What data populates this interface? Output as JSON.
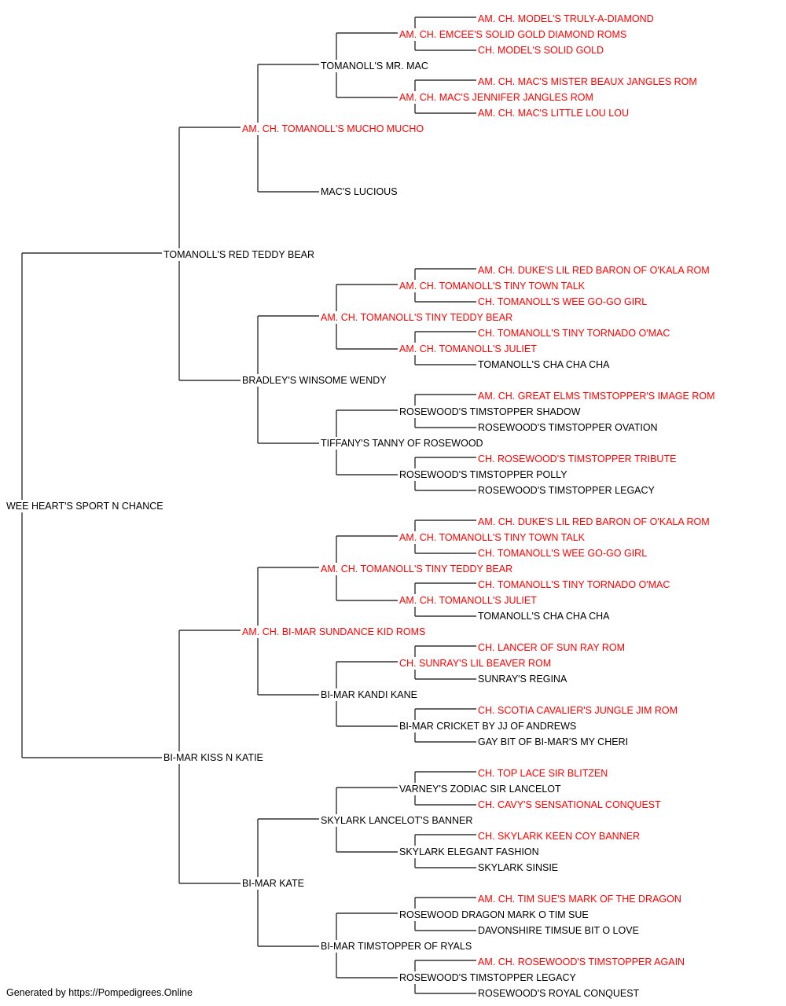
{
  "colors": {
    "champion": "#ff0000",
    "plain": "#000000",
    "line": "#333333"
  },
  "pedigree": {
    "name": "WEE HEART'S SPORT N CHANCE",
    "champion": false,
    "sire": {
      "name": "TOMANOLL'S RED TEDDY BEAR",
      "champion": false,
      "sire": {
        "name": "AM. CH. TOMANOLL'S MUCHO MUCHO",
        "champion": true,
        "sire": {
          "name": "TOMANOLL'S MR. MAC",
          "champion": false,
          "sire": {
            "name": "AM. CH. EMCEE'S SOLID GOLD DIAMOND ROMS",
            "champion": true,
            "sire": {
              "name": "AM. CH. MODEL'S TRULY-A-DIAMOND",
              "champion": true
            },
            "dam": {
              "name": "CH. MODEL'S SOLID GOLD",
              "champion": true
            }
          },
          "dam": {
            "name": "AM. CH. MAC'S JENNIFER JANGLES ROM",
            "champion": true,
            "sire": {
              "name": "AM. CH. MAC'S MISTER BEAUX JANGLES ROM",
              "champion": true
            },
            "dam": {
              "name": "AM. CH. MAC'S LITTLE LOU LOU",
              "champion": true
            }
          }
        },
        "dam": {
          "name": "MAC'S LUCIOUS",
          "champion": false
        }
      },
      "dam": {
        "name": "BRADLEY'S WINSOME WENDY",
        "champion": false,
        "sire": {
          "name": "AM. CH. TOMANOLL'S TINY TEDDY BEAR",
          "champion": true,
          "sire": {
            "name": "AM. CH. TOMANOLL'S TINY TOWN TALK",
            "champion": true,
            "sire": {
              "name": "AM. CH. DUKE'S LIL RED BARON OF O'KALA ROM",
              "champion": true
            },
            "dam": {
              "name": "CH. TOMANOLL'S WEE GO-GO GIRL",
              "champion": true
            }
          },
          "dam": {
            "name": "AM. CH. TOMANOLL'S JULIET",
            "champion": true,
            "sire": {
              "name": "CH. TOMANOLL'S TINY TORNADO O'MAC",
              "champion": true
            },
            "dam": {
              "name": "TOMANOLL'S CHA CHA CHA",
              "champion": false
            }
          }
        },
        "dam": {
          "name": "TIFFANY'S TANNY OF ROSEWOOD",
          "champion": false,
          "sire": {
            "name": "ROSEWOOD'S TIMSTOPPER SHADOW",
            "champion": false,
            "sire": {
              "name": "AM. CH. GREAT ELMS TIMSTOPPER'S IMAGE ROM",
              "champion": true
            },
            "dam": {
              "name": "ROSEWOOD'S TIMSTOPPER OVATION",
              "champion": false
            }
          },
          "dam": {
            "name": "ROSEWOOD'S TIMSTOPPER POLLY",
            "champion": false,
            "sire": {
              "name": "CH. ROSEWOOD'S TIMSTOPPER TRIBUTE",
              "champion": true
            },
            "dam": {
              "name": "ROSEWOOD'S TIMSTOPPER LEGACY",
              "champion": false
            }
          }
        }
      }
    },
    "dam": {
      "name": "BI-MAR KISS N KATIE",
      "champion": false,
      "sire": {
        "name": "AM. CH. BI-MAR SUNDANCE KID ROMS",
        "champion": true,
        "sire": {
          "name": "AM. CH. TOMANOLL'S TINY TEDDY BEAR",
          "champion": true,
          "sire": {
            "name": "AM. CH. TOMANOLL'S TINY TOWN TALK",
            "champion": true,
            "sire": {
              "name": "AM. CH. DUKE'S LIL RED BARON OF O'KALA ROM",
              "champion": true
            },
            "dam": {
              "name": "CH. TOMANOLL'S WEE GO-GO GIRL",
              "champion": true
            }
          },
          "dam": {
            "name": "AM. CH. TOMANOLL'S JULIET",
            "champion": true,
            "sire": {
              "name": "CH. TOMANOLL'S TINY TORNADO O'MAC",
              "champion": true
            },
            "dam": {
              "name": "TOMANOLL'S CHA CHA CHA",
              "champion": false
            }
          }
        },
        "dam": {
          "name": "BI-MAR KANDI KANE",
          "champion": false,
          "sire": {
            "name": "CH. SUNRAY'S LIL BEAVER ROM",
            "champion": true,
            "sire": {
              "name": "CH. LANCER OF SUN RAY ROM",
              "champion": true
            },
            "dam": {
              "name": "SUNRAY'S REGINA",
              "champion": false
            }
          },
          "dam": {
            "name": "BI-MAR CRICKET BY JJ OF ANDREWS",
            "champion": false,
            "sire": {
              "name": "CH. SCOTIA CAVALIER'S JUNGLE JIM ROM",
              "champion": true
            },
            "dam": {
              "name": "GAY BIT OF BI-MAR'S MY CHERI",
              "champion": false
            }
          }
        }
      },
      "dam": {
        "name": "BI-MAR KATE",
        "champion": false,
        "sire": {
          "name": "SKYLARK LANCELOT'S BANNER",
          "champion": false,
          "sire": {
            "name": "VARNEY'S ZODIAC SIR LANCELOT",
            "champion": false,
            "sire": {
              "name": "CH. TOP LACE SIR BLITZEN",
              "champion": true
            },
            "dam": {
              "name": "CH. CAVY'S SENSATIONAL CONQUEST",
              "champion": true
            }
          },
          "dam": {
            "name": "SKYLARK ELEGANT FASHION",
            "champion": false,
            "sire": {
              "name": "CH. SKYLARK KEEN COY BANNER",
              "champion": true
            },
            "dam": {
              "name": "SKYLARK SINSIE",
              "champion": false
            }
          }
        },
        "dam": {
          "name": "BI-MAR TIMSTOPPER OF RYALS",
          "champion": false,
          "sire": {
            "name": "ROSEWOOD DRAGON MARK O TIM SUE",
            "champion": false,
            "sire": {
              "name": "AM. CH. TIM SUE'S MARK OF THE DRAGON",
              "champion": true
            },
            "dam": {
              "name": "DAVONSHIRE TIMSUE BIT O LOVE",
              "champion": false
            }
          },
          "dam": {
            "name": "ROSEWOOD'S TIMSTOPPER LEGACY",
            "champion": false,
            "sire": {
              "name": "AM. CH. ROSEWOOD'S TIMSTOPPER AGAIN",
              "champion": true
            },
            "dam": {
              "name": "ROSEWOOD'S ROYAL CONQUEST",
              "champion": false
            }
          }
        }
      }
    }
  },
  "footer": {
    "text": "Generated by https://Pompedigrees.Online"
  }
}
